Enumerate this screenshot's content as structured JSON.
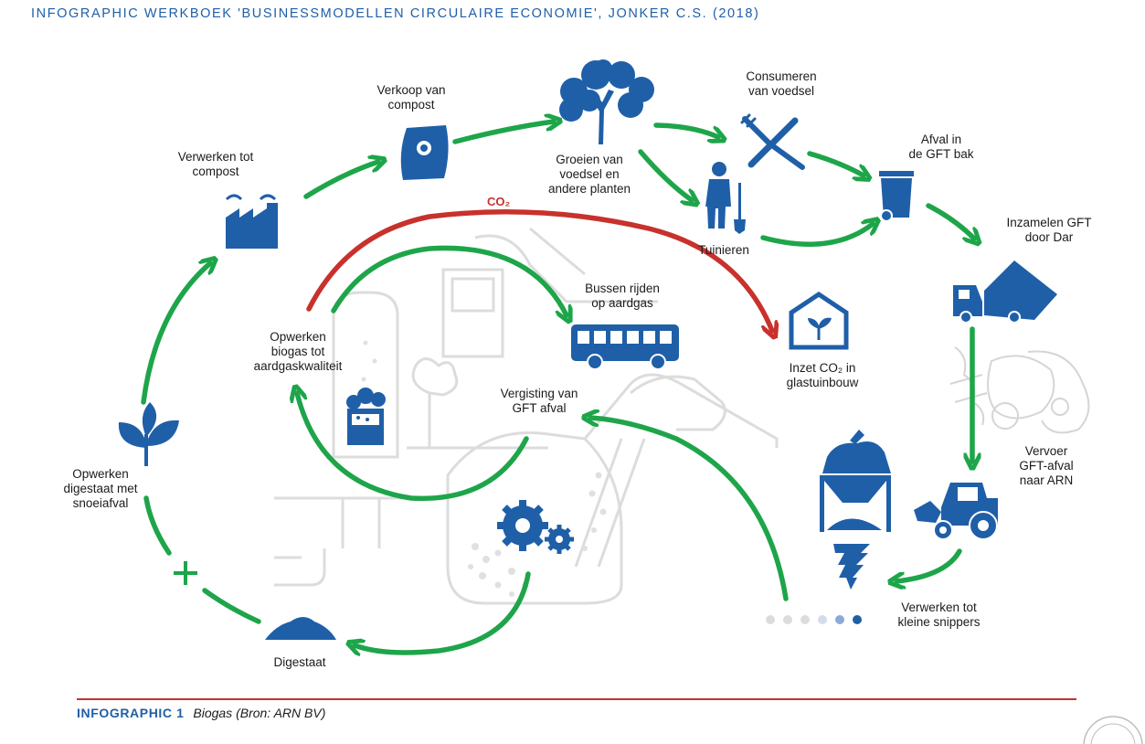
{
  "header": {
    "title": "INFOGRAPHIC WERKBOEK 'BUSINESSMODELLEN CIRCULAIRE ECONOMIE', JONKER C.S. (2018)"
  },
  "labels": {
    "verkoop": [
      "Verkoop van",
      "compost"
    ],
    "verwerken_compost": [
      "Verwerken tot",
      "compost"
    ],
    "groeien": [
      "Groeien van",
      "voedsel en",
      "andere planten"
    ],
    "consumeren": [
      "Consumeren",
      "van voedsel"
    ],
    "afval": [
      "Afval in",
      "de GFT bak"
    ],
    "tuinieren": [
      "Tuinieren"
    ],
    "inzamelen": [
      "Inzamelen GFT",
      "door Dar"
    ],
    "bussen": [
      "Bussen rijden",
      "op aardgas"
    ],
    "opwerken_biogas": [
      "Opwerken",
      "biogas tot",
      "aardgaskwaliteit"
    ],
    "inzet_co2": [
      "Inzet CO₂ in",
      "glastuinbouw"
    ],
    "vergisting": [
      "Vergisting van",
      "GFT afval"
    ],
    "vervoer": [
      "Vervoer",
      "GFT-afval",
      "naar ARN"
    ],
    "opwerken_digestaat": [
      "Opwerken",
      "digestaat met",
      "snoeiafval"
    ],
    "verwerken_snippers": [
      "Verwerken tot",
      "kleine snippers"
    ],
    "digestaat": [
      "Digestaat"
    ],
    "co2": "CO₂",
    "plus": "+"
  },
  "caption": {
    "tag": "INFOGRAPHIC 1",
    "text": "Biogas (Bron: ARN BV)"
  },
  "colors": {
    "blue": "#1f5fa8",
    "green": "#1ea54a",
    "red": "#c8312c",
    "grey": "#d9d9d9"
  }
}
